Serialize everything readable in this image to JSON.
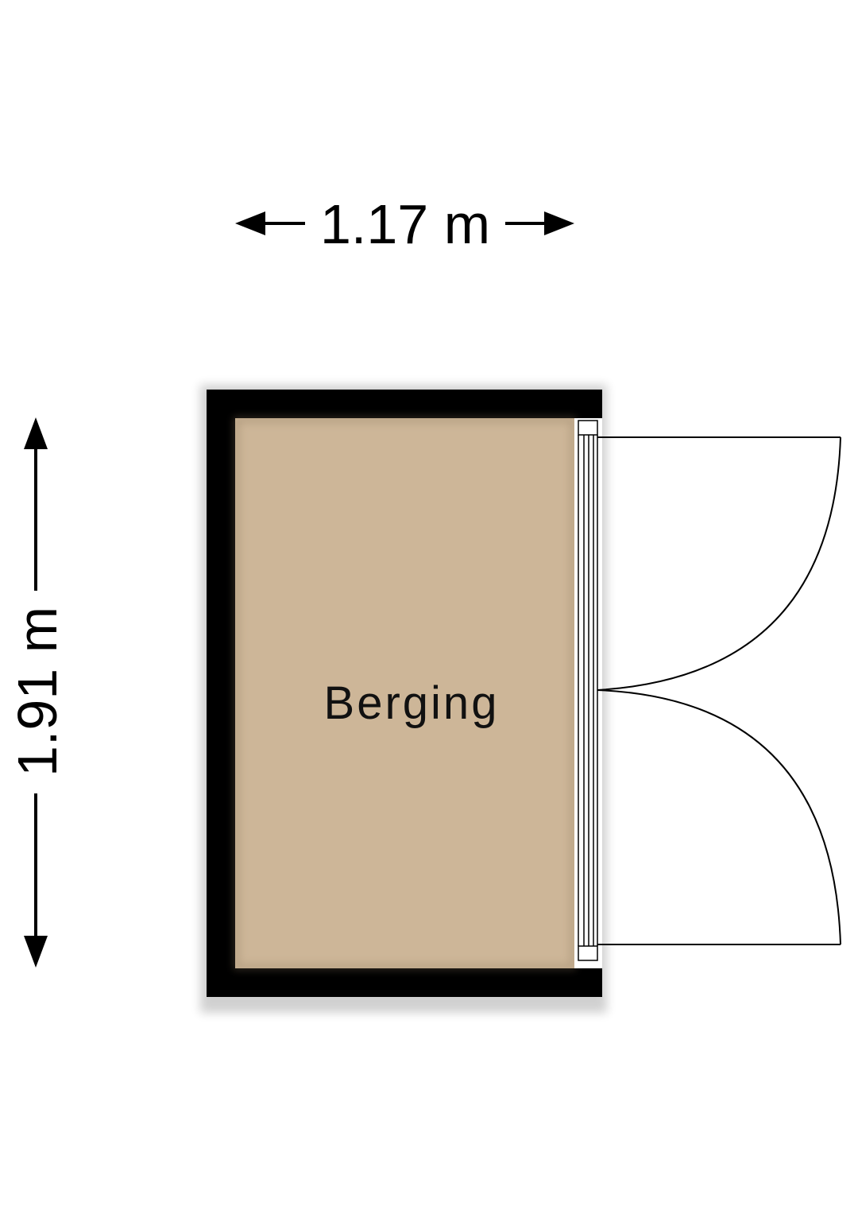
{
  "dimensions": {
    "width_label": "1.17 m",
    "height_label": "1.91 m"
  },
  "room": {
    "name": "Berging"
  },
  "colors": {
    "wall": "#000000",
    "floor": "#cdb698",
    "door_line": "#000000",
    "background": "#ffffff"
  }
}
